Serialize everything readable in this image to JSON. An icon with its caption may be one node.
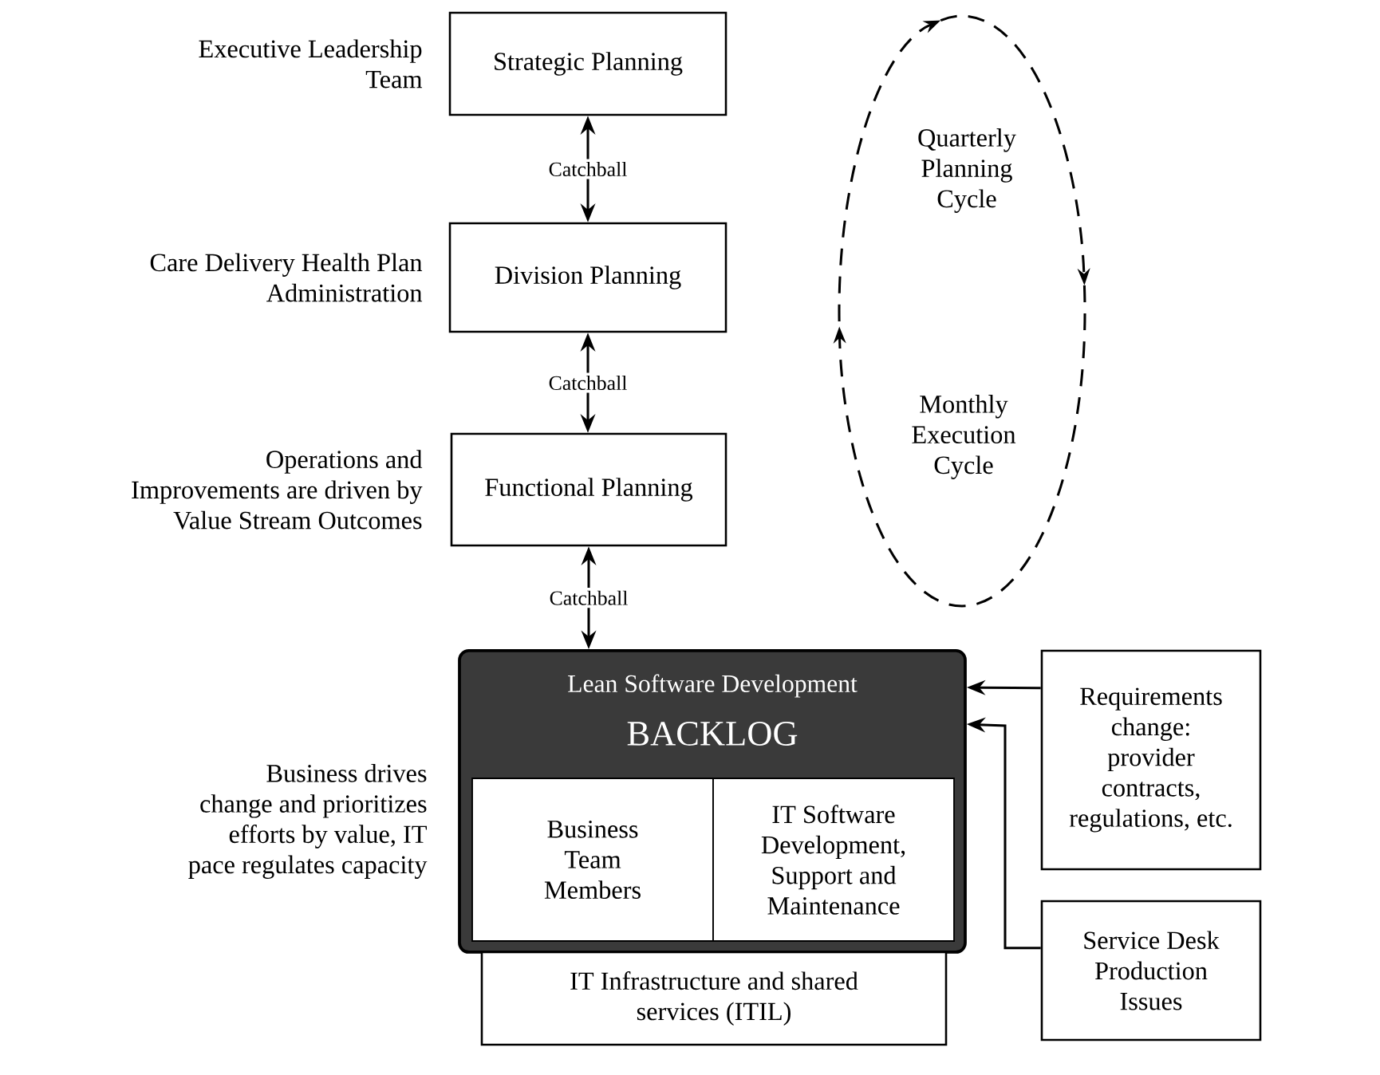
{
  "diagram": {
    "nodes": [
      {
        "text": [
          "Strategic Planning"
        ],
        "beside": [
          "Executive Leadership Team"
        ]
      },
      {
        "text": [
          "Division Planning"
        ],
        "beside": [
          "Care Delivery Health Plan Administration"
        ]
      },
      {
        "text": [
          "Functional Planning"
        ],
        "beside": [
          "Operations and Improvements are driven by Value Stream Outcomes"
        ]
      },
      {
        "text": [
          "Lean Software Development",
          "BACKLOG"
        ],
        "beside": [
          "Business drives change and prioritizes efforts by value, IT pace regulates capacity"
        ]
      },
      {
        "text": [
          "Business Team Members"
        ],
        "in": 3
      },
      {
        "text": [
          "IT Software Development, Support and Maintenance"
        ],
        "in": 3
      },
      {
        "text": [
          "IT Infrastructure and shared services (ITIL)"
        ]
      },
      {
        "text": [
          "Requirements change: provider contracts, regulations, etc."
        ]
      },
      {
        "text": [
          "Service Desk Production Issues"
        ]
      }
    ],
    "edges": [
      {
        "from": 0,
        "to": 1,
        "arrow": "both",
        "label": "Catchball"
      },
      {
        "from": 1,
        "to": 2,
        "arrow": "both",
        "label": "Catchball"
      },
      {
        "from": 2,
        "to": 3,
        "arrow": "both",
        "label": "Catchball"
      },
      {
        "from": 7,
        "to": 3,
        "arrow": "to"
      },
      {
        "from": 8,
        "to": 3,
        "arrow": "to"
      }
    ],
    "labels": [
      "Quarterly Planning Cycle",
      "Monthly Execution Cycle"
    ]
  }
}
